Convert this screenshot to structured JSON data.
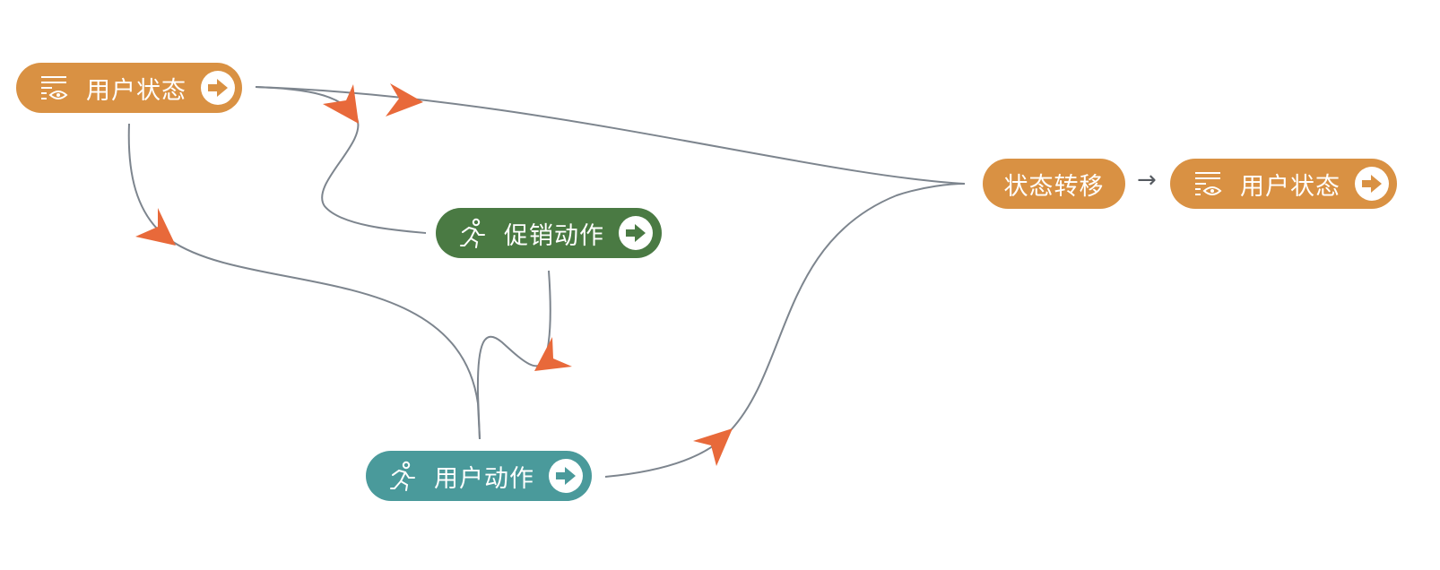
{
  "nodes": {
    "user_state_1": {
      "label": "用户状态",
      "icon": "list-eye-icon",
      "color": "#d99143"
    },
    "promo_action": {
      "label": "促销动作",
      "icon": "runner-icon",
      "color": "#4a7a43"
    },
    "user_action": {
      "label": "用户动作",
      "icon": "runner-icon",
      "color": "#4a9a9b"
    },
    "state_transition": {
      "label": "状态转移",
      "color": "#d99143"
    },
    "user_state_2": {
      "label": "用户状态",
      "icon": "list-eye-icon",
      "color": "#d99143"
    }
  },
  "transition_arrow": "→",
  "edges": [
    {
      "from": "user_state_1",
      "to": "state_transition"
    },
    {
      "from": "user_state_1",
      "to": "promo_action"
    },
    {
      "from": "user_state_1",
      "to": "user_action"
    },
    {
      "from": "promo_action",
      "to": "user_action"
    },
    {
      "from": "user_action",
      "to": "state_transition"
    }
  ],
  "colors": {
    "edge": "#7d858e",
    "arrowhead": "#e8693a",
    "icon_go": "#ffffff"
  }
}
